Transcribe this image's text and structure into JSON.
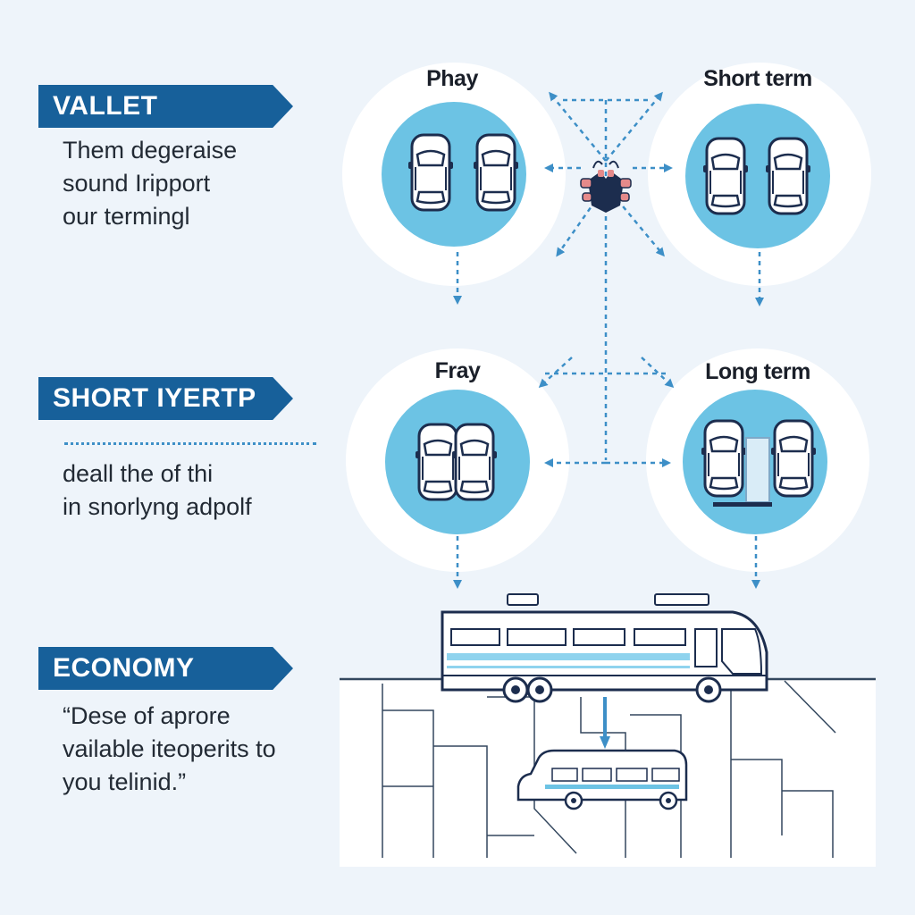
{
  "colors": {
    "background": "#eef4fa",
    "banner": "#17609a",
    "lot_circle": "#6cc3e4",
    "arrow": "#3d8fc7",
    "outline": "#1c2d4e"
  },
  "sections": [
    {
      "title": "VALLET",
      "lines": [
        "Them degeraise",
        "sound Iripport",
        "our termingl"
      ]
    },
    {
      "title": "SHORT IYERTP",
      "lines": [
        "deall the of thi",
        "in snorlyng adpolf"
      ]
    },
    {
      "title": "ECONOMY",
      "lines": [
        "“Dese of aprore",
        "vailable iteoperits to",
        "you telinid.”"
      ]
    }
  ],
  "lots": [
    {
      "label": "Phay"
    },
    {
      "label": "Short term"
    },
    {
      "label": "Fray"
    },
    {
      "label": "Long term"
    }
  ],
  "icons": {
    "car": "car-top-view-icon",
    "hub": "hub-figure-icon",
    "bus": "shuttle-bus-icon",
    "van": "shuttle-van-icon"
  }
}
